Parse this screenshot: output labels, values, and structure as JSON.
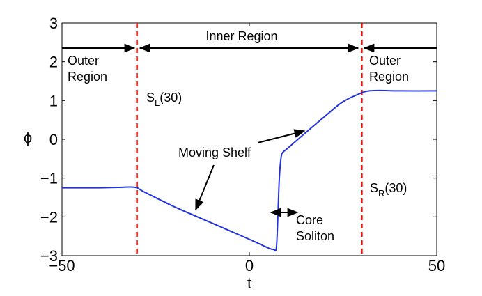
{
  "chart_data": {
    "type": "line",
    "title": "",
    "xlabel": "t",
    "ylabel": "ϕ",
    "xlim": [
      -50,
      50
    ],
    "ylim": [
      -3,
      3
    ],
    "x_ticks": [
      -50,
      0,
      50
    ],
    "x_tick_labels": [
      "−50",
      "0",
      "50"
    ],
    "y_ticks": [
      3,
      2,
      1,
      0,
      -1,
      -2,
      -3
    ],
    "y_tick_labels": [
      "3",
      "2",
      "1",
      "0",
      "−1",
      "−2",
      "−3"
    ],
    "grid": false,
    "legend": "none",
    "series": [
      {
        "color": "#2233dd",
        "x": [
          -50,
          -40,
          -35,
          -32,
          -30,
          -28,
          -20,
          -10,
          0,
          5,
          6.5,
          7.2,
          7.6,
          8,
          8.5,
          9,
          10,
          15,
          20,
          25,
          30,
          32,
          35,
          40,
          50
        ],
        "y": [
          -1.25,
          -1.25,
          -1.24,
          -1.23,
          -1.25,
          -1.36,
          -1.74,
          -2.16,
          -2.58,
          -2.8,
          -2.84,
          -2.8,
          -2.0,
          -1.0,
          -0.45,
          -0.33,
          -0.25,
          0.17,
          0.58,
          0.97,
          1.2,
          1.25,
          1.26,
          1.25,
          1.25
        ]
      }
    ],
    "vlines": [
      {
        "x": -30,
        "color": "#ee1111",
        "style": "dashed"
      },
      {
        "x": 30,
        "color": "#ee1111",
        "style": "dashed"
      }
    ],
    "annotations": {
      "inner_region": "Inner Region",
      "outer_region_left": [
        "Outer",
        "Region"
      ],
      "outer_region_right": [
        "Outer",
        "Region"
      ],
      "sl_main": "S",
      "sl_sub": "L",
      "sl_tail": "(30)",
      "sr_main": "S",
      "sr_sub": "R",
      "sr_tail": "(30)",
      "moving_shelf": "Moving Shelf",
      "core_soliton": [
        "Core",
        "Soliton"
      ]
    }
  }
}
